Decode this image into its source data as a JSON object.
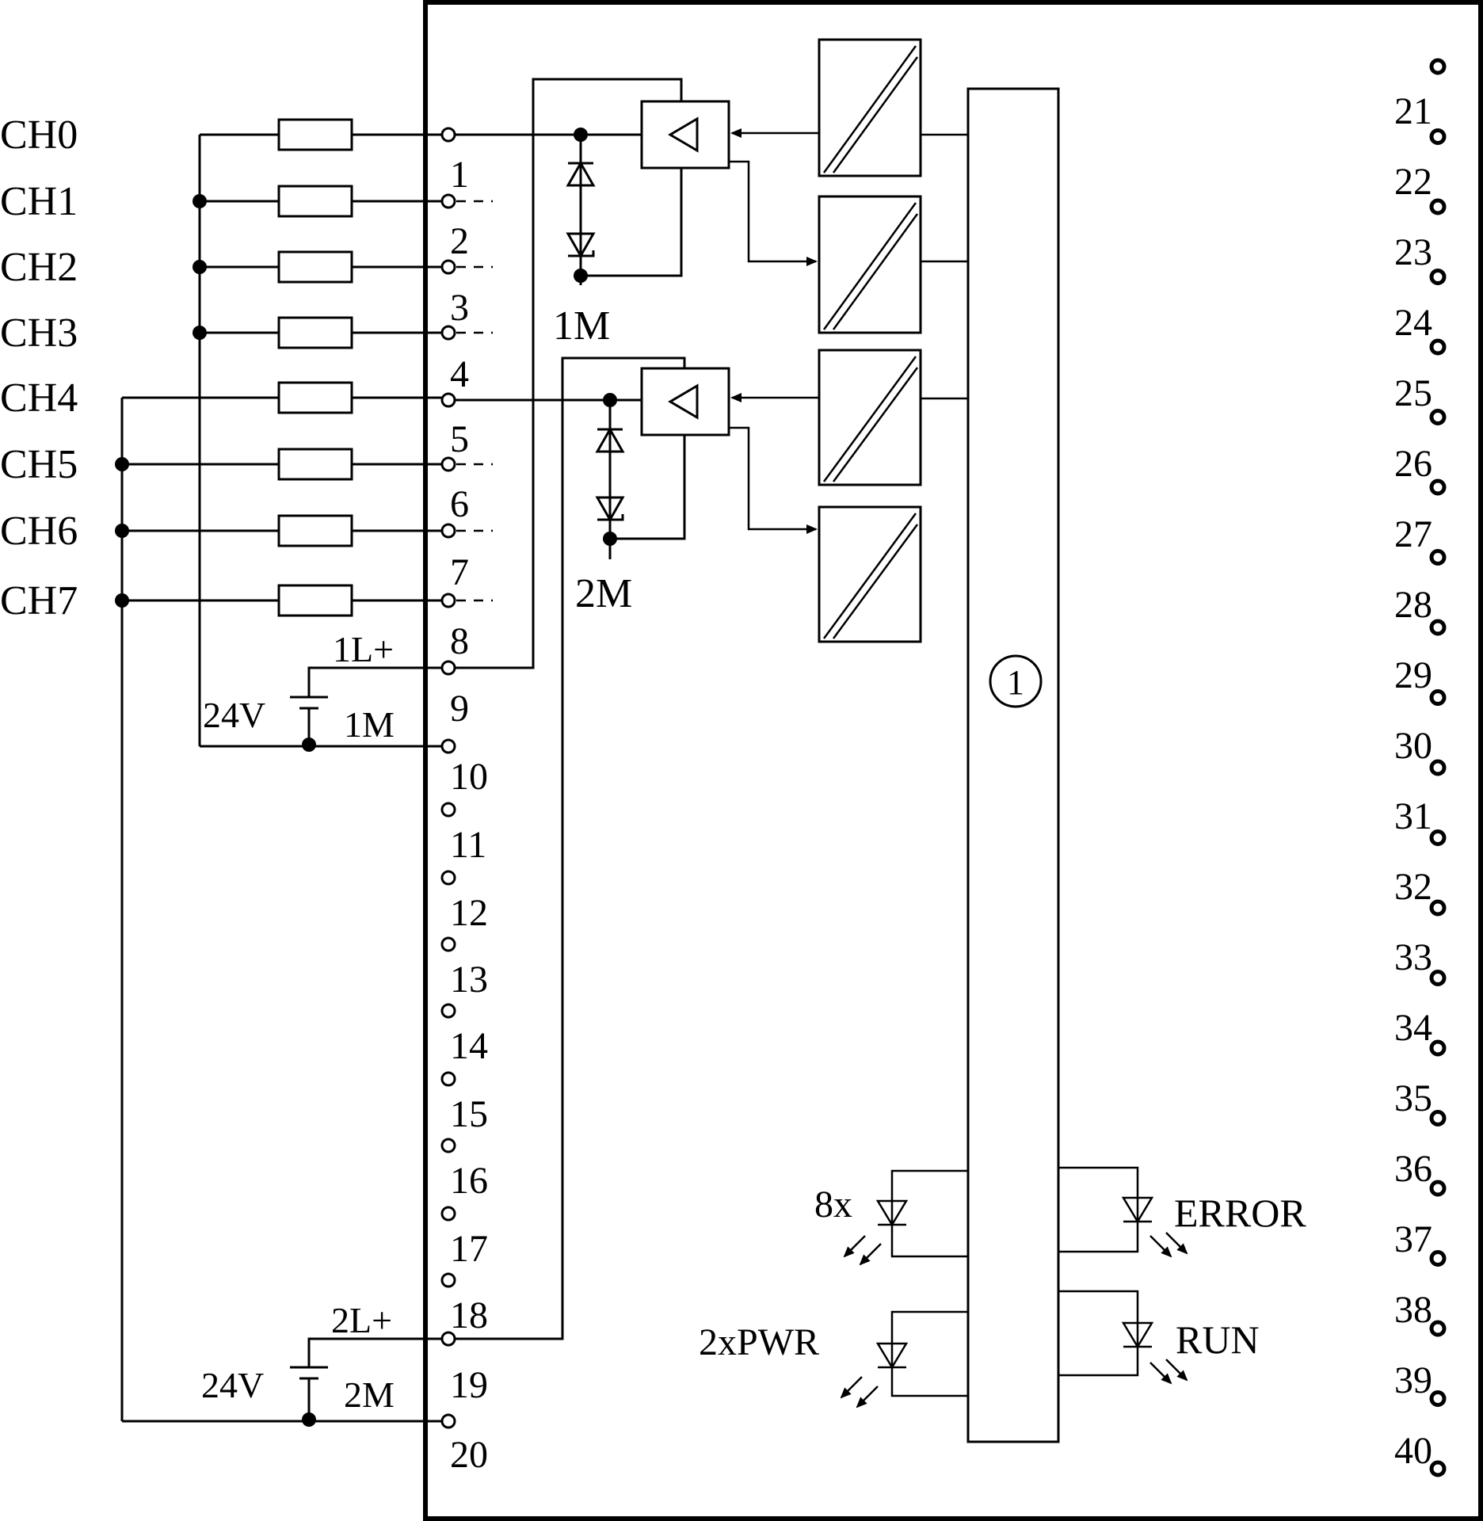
{
  "channels": [
    "CH0",
    "CH1",
    "CH2",
    "CH3",
    "CH4",
    "CH5",
    "CH6",
    "CH7"
  ],
  "left_pins": [
    "1",
    "2",
    "3",
    "4",
    "5",
    "6",
    "7",
    "8",
    "9",
    "10",
    "11",
    "12",
    "13",
    "14",
    "15",
    "16",
    "17",
    "18",
    "19",
    "20"
  ],
  "right_pins": [
    "21",
    "22",
    "23",
    "24",
    "25",
    "26",
    "27",
    "28",
    "29",
    "30",
    "31",
    "32",
    "33",
    "34",
    "35",
    "36",
    "37",
    "38",
    "39",
    "40"
  ],
  "supply": {
    "l1_label": "1L+",
    "m1_label": "1M",
    "v1_label": "24V",
    "l2_label": "2L+",
    "m2_label": "2M",
    "v2_label": "24V"
  },
  "amp_groups": {
    "group1_label": "1M",
    "group2_label": "2M"
  },
  "bus_label": "1",
  "leds": {
    "channel_led": "8x",
    "pwr_led": "2xPWR",
    "error_led": "ERROR",
    "run_led": "RUN"
  }
}
